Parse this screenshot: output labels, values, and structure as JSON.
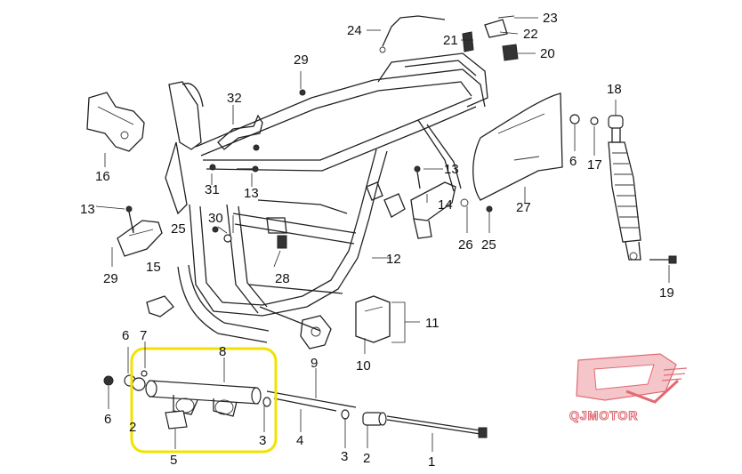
{
  "diagram": {
    "labels": [
      "1",
      "2",
      "3",
      "3",
      "4",
      "5",
      "6",
      "6",
      "6",
      "7",
      "8",
      "9",
      "10",
      "11",
      "12",
      "13",
      "13",
      "13",
      "14",
      "15",
      "16",
      "17",
      "18",
      "19",
      "20",
      "21",
      "22",
      "23",
      "24",
      "25",
      "25",
      "26",
      "27",
      "28",
      "29",
      "29",
      "30",
      "31",
      "32",
      "2"
    ],
    "brand_text": "QJMOTOR",
    "highlight_color": "#f2e200",
    "logo_color": "#e06a72"
  }
}
